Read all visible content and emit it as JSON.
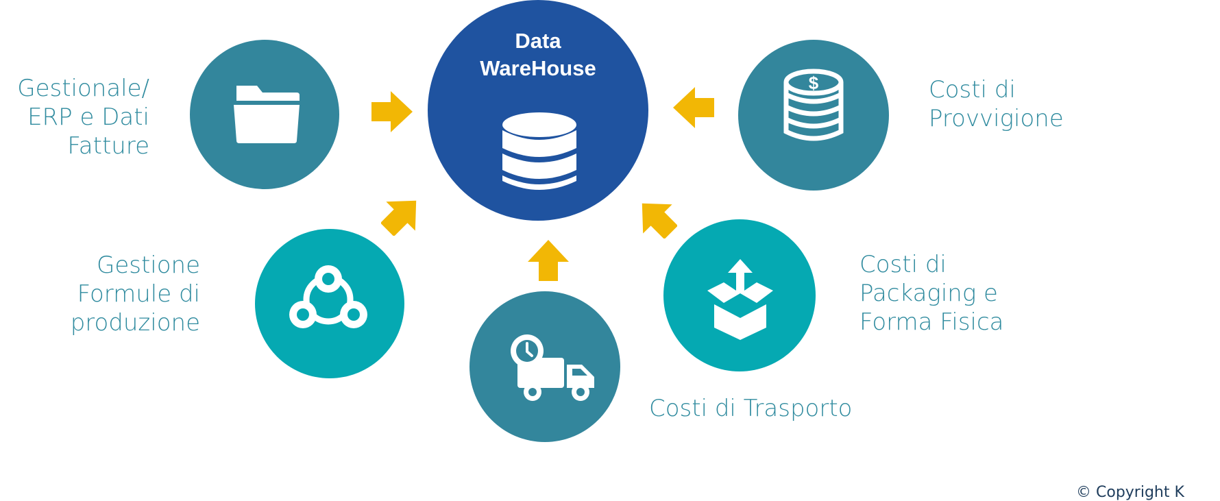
{
  "colors": {
    "teal_dark": "#33869c",
    "teal_bright": "#05a9b2",
    "center_blue": "#1f53a0",
    "arrow_yellow": "#f2b705",
    "label_teal": "#2e8a9e"
  },
  "center": {
    "title": "Data\nWareHouse",
    "icon": "database-icon"
  },
  "sources": [
    {
      "id": "erp",
      "label": "Gestionale/\nERP e Dati\nFatture",
      "icon": "folder-icon"
    },
    {
      "id": "provvigione",
      "label": "Costi di\nProvvigione",
      "icon": "coins-dollar-icon"
    },
    {
      "id": "formule",
      "label": "Gestione\nFormule di\nproduzione",
      "icon": "network-nodes-icon"
    },
    {
      "id": "packaging",
      "label": "Costi di\nPackaging e\nForma Fisica",
      "icon": "box-upload-icon"
    },
    {
      "id": "trasporto",
      "label": "Costi di Trasporto",
      "icon": "delivery-truck-clock-icon"
    }
  ],
  "copyright": "© Copyright K"
}
